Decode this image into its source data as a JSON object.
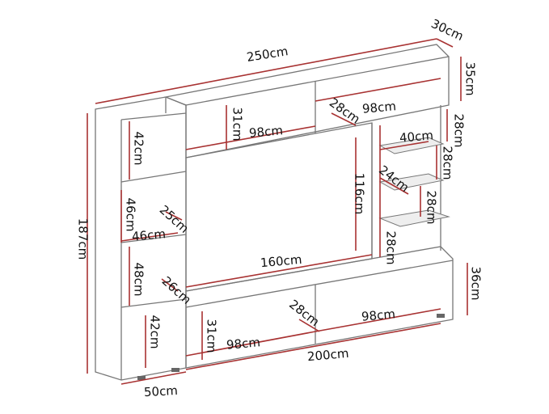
{
  "title": "Wall unit dimensions diagram",
  "accent_color": "#a83232",
  "labels": {
    "overall_width": "250cm",
    "depth": "30cm",
    "top_height": "35cm",
    "top_left_height": "31cm",
    "top_depth": "28cm",
    "top_right_width": "98cm",
    "top_left_width": "98cm",
    "tower_top_height": "42cm",
    "right_top_gap": "28cm",
    "shelf_width": "40cm",
    "right_mid_gap": "28cm",
    "shelf_depth": "24cm",
    "opening_height": "116cm",
    "right_low_gap": "28cm",
    "tower_mid_height": "46cm",
    "tower_mid_depth": "25cm",
    "tower_mid_width": "46cm",
    "overall_height": "187cm",
    "opening_width": "160cm",
    "right_side_depth": "28cm",
    "tower_low_height": "48cm",
    "tower_low_depth": "26cm",
    "base_height": "36cm",
    "base_depth": "28cm",
    "base_right_width": "98cm",
    "base_left_height": "31cm",
    "base_left_width": "98cm",
    "tower_bottom_height": "42cm",
    "base_width": "200cm",
    "tower_depth": "50cm"
  }
}
